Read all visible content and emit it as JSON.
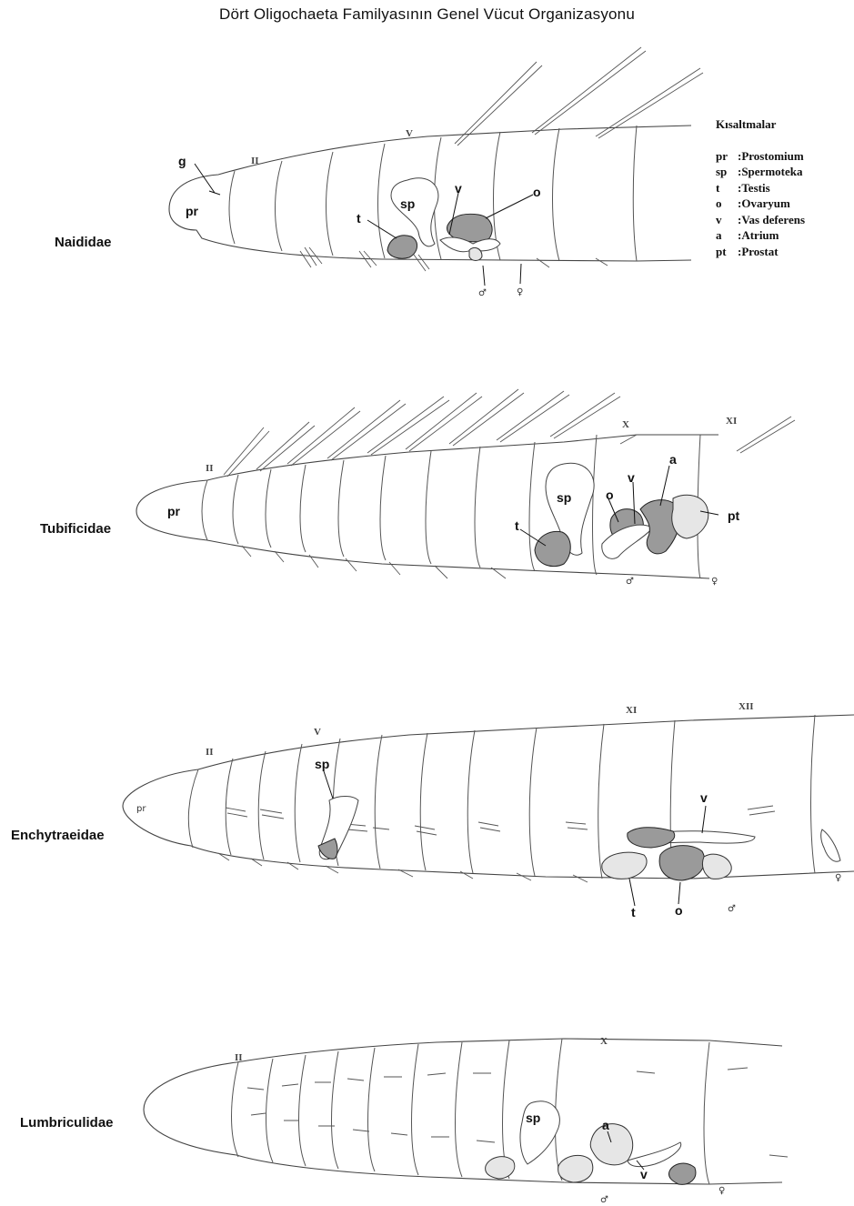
{
  "title": "Dört Oligochaeta Familyasının Genel Vücut Organizasyonu",
  "legend": {
    "title": "Kısaltmalar",
    "items": [
      {
        "abbr": "pr",
        "label": ":Prostomium"
      },
      {
        "abbr": "sp",
        "label": ":Spermoteka"
      },
      {
        "abbr": "t",
        "label": ":Testis"
      },
      {
        "abbr": "o",
        "label": ":Ovaryum"
      },
      {
        "abbr": "v",
        "label": ":Vas deferens"
      },
      {
        "abbr": "a",
        "label": ":Atrium"
      },
      {
        "abbr": "pt",
        "label": ":Prostat"
      }
    ]
  },
  "families": {
    "naididae": {
      "name": "Naididae",
      "labels": {
        "g": "g",
        "pr": "pr",
        "sp": "sp",
        "t": "t",
        "v": "v",
        "o": "o"
      },
      "segments": {
        "II": "II",
        "V": "V"
      },
      "sex": {
        "male": "♂",
        "female": "♀"
      }
    },
    "tubificidae": {
      "name": "Tubificidae",
      "labels": {
        "pr": "pr",
        "sp": "sp",
        "t": "t",
        "o": "o",
        "v": "v",
        "a": "a",
        "pt": "pt"
      },
      "segments": {
        "II": "II",
        "X": "X",
        "XI": "XI"
      },
      "sex": {
        "male": "♂",
        "female": "♀"
      }
    },
    "enchytraeidae": {
      "name": "Enchytraeidae",
      "labels": {
        "pr": "pr",
        "sp": "sp",
        "v": "v",
        "t": "t",
        "o": "o"
      },
      "segments": {
        "II": "II",
        "V": "V",
        "XI": "XI",
        "XII": "XII"
      },
      "sex": {
        "male": "♂",
        "female": "♀"
      }
    },
    "lumbriculidae": {
      "name": "Lumbriculidae",
      "labels": {
        "sp": "sp",
        "a": "a",
        "v": "v"
      },
      "segments": {
        "II": "II",
        "X": "X"
      },
      "sex": {
        "male": "♂",
        "female": "♀"
      }
    }
  }
}
